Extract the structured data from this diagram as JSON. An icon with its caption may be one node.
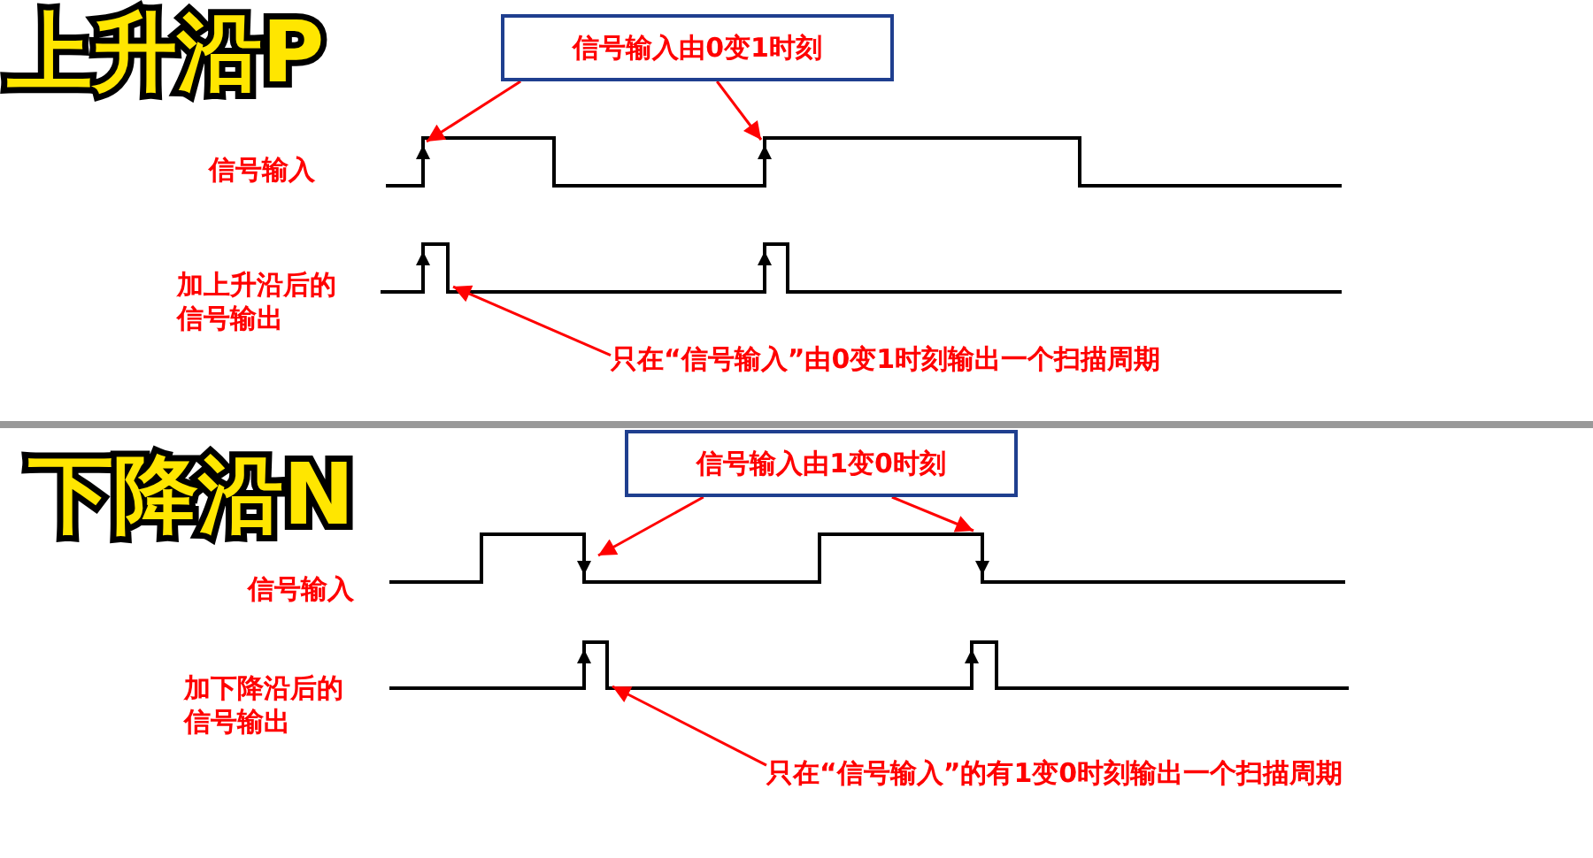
{
  "diagram": {
    "nodes": [
      {
        "text": [
          "信号输入由0变1时刻"
        ]
      },
      {
        "text": [
          "只在“信号输入”由0变1时刻输出一个扫描周期"
        ]
      },
      {
        "text": [
          "信号输入由1变0时刻"
        ]
      },
      {
        "text": [
          "只在“信号输入”的有1变0时刻输出一个扫描周期"
        ]
      },
      {
        "text": [],
        "shape": "arrow"
      },
      {
        "text": [],
        "shape": "arrow"
      },
      {
        "text": [],
        "shape": "pulse"
      },
      {
        "text": [],
        "shape": "arrow"
      },
      {
        "text": [],
        "shape": "arrow"
      },
      {
        "text": [],
        "shape": "pulse"
      }
    ],
    "edges": [
      {
        "from": 0,
        "to": 4,
        "arrow": "to"
      },
      {
        "from": 0,
        "to": 5,
        "arrow": "to"
      },
      {
        "from": 1,
        "to": 6,
        "arrow": "to"
      },
      {
        "from": 2,
        "to": 7,
        "arrow": "to"
      },
      {
        "from": 2,
        "to": 8,
        "arrow": "to"
      },
      {
        "from": 3,
        "to": 9,
        "arrow": "to"
      }
    ],
    "labels": [
      "上升沿P",
      "信号输入",
      "加上升沿后的信号输出",
      "下降沿N",
      "信号输入",
      "加下降沿后的信号输出"
    ]
  }
}
